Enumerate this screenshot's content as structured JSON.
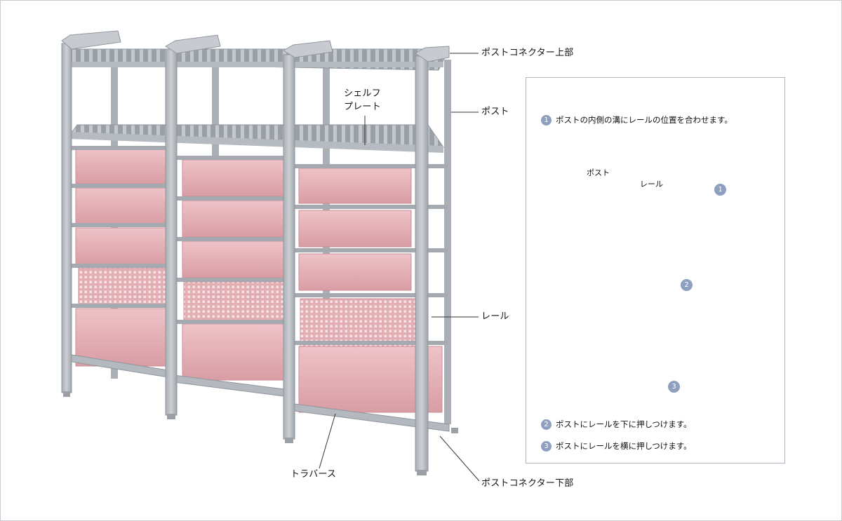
{
  "labels": {
    "post_connector_top": "ポストコネクター上部",
    "post": "ポスト",
    "shelf_plate_line1": "シェルフ",
    "shelf_plate_line2": "プレート",
    "rail": "レール",
    "traverse": "トラバース",
    "post_connector_bottom": "ポストコネクター下部"
  },
  "instructions": {
    "steps": [
      {
        "num": "1",
        "text": "ポストの内側の溝にレールの位置を合わせます。"
      },
      {
        "num": "2",
        "text": "ポストにレールを下に押しつけます。"
      },
      {
        "num": "3",
        "text": "ポストにレールを横に押しつけます。"
      }
    ],
    "detail_labels": {
      "post": "ポスト",
      "rail": "レール"
    },
    "markers": [
      "1",
      "2",
      "3"
    ]
  },
  "colors": {
    "frame_gray": "#b9bec4",
    "frame_dark": "#8f969d",
    "bin_pink": "#e2adb3",
    "bin_pink_dark": "#c98f96",
    "badge_blue": "#8e9fc0",
    "border": "#aeb6bf"
  }
}
